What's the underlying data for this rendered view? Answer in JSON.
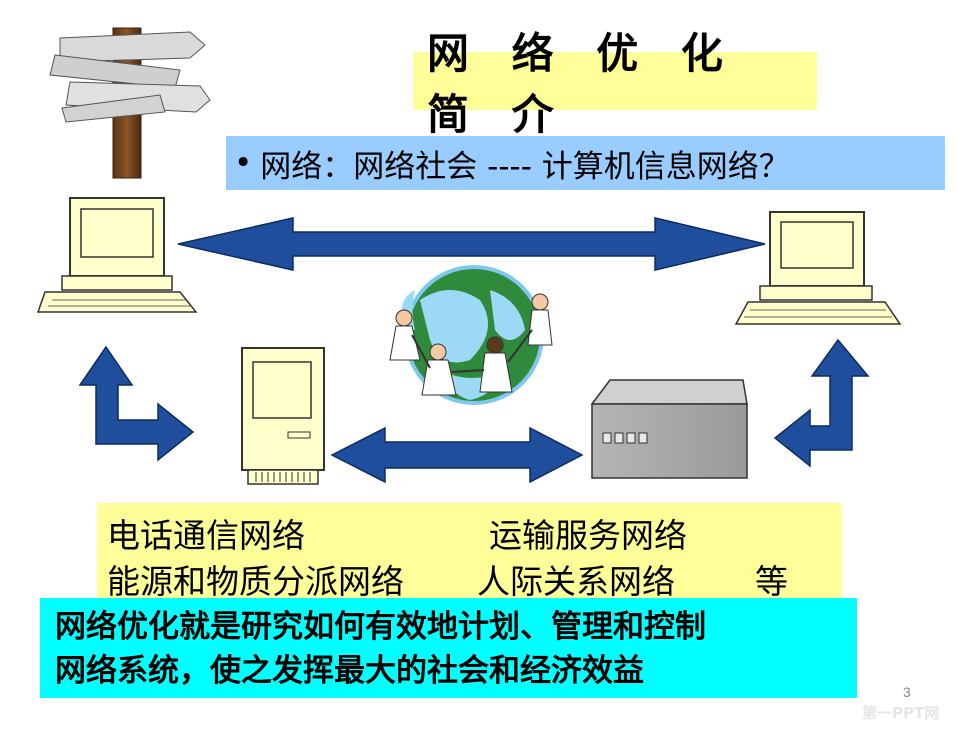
{
  "slide": {
    "title": "网 络 优 化 简 介",
    "question": {
      "bullet": "•",
      "text": "网络：网络社会 ---- 计算机信息网络？"
    },
    "network_types": {
      "row1_left": "电话通信网络",
      "row1_right": "运输服务网络",
      "row2_left": "能源和物质分派网络",
      "row2_mid": "人际关系网络",
      "row2_right": "等"
    },
    "conclusion": {
      "line1": "网络优化就是研究如何有效地计划、管理和控制",
      "line2": "网络系统，使之发挥最大的社会和经济效益"
    },
    "page_number": "3",
    "watermark": "第一PPT网",
    "server_label": "▯▯▯▯"
  },
  "colors": {
    "title_bg": "#ffff99",
    "question_bg": "#99ccff",
    "types_bg": "#ffff99",
    "conclusion_bg": "#00ffff",
    "arrow_fill": "#1f4e9c"
  },
  "icons": [
    "signpost-icon",
    "computer-icon",
    "globe-people-icon",
    "server-icon",
    "tower-computer-icon",
    "double-arrow-icon",
    "bent-arrow-icon"
  ]
}
